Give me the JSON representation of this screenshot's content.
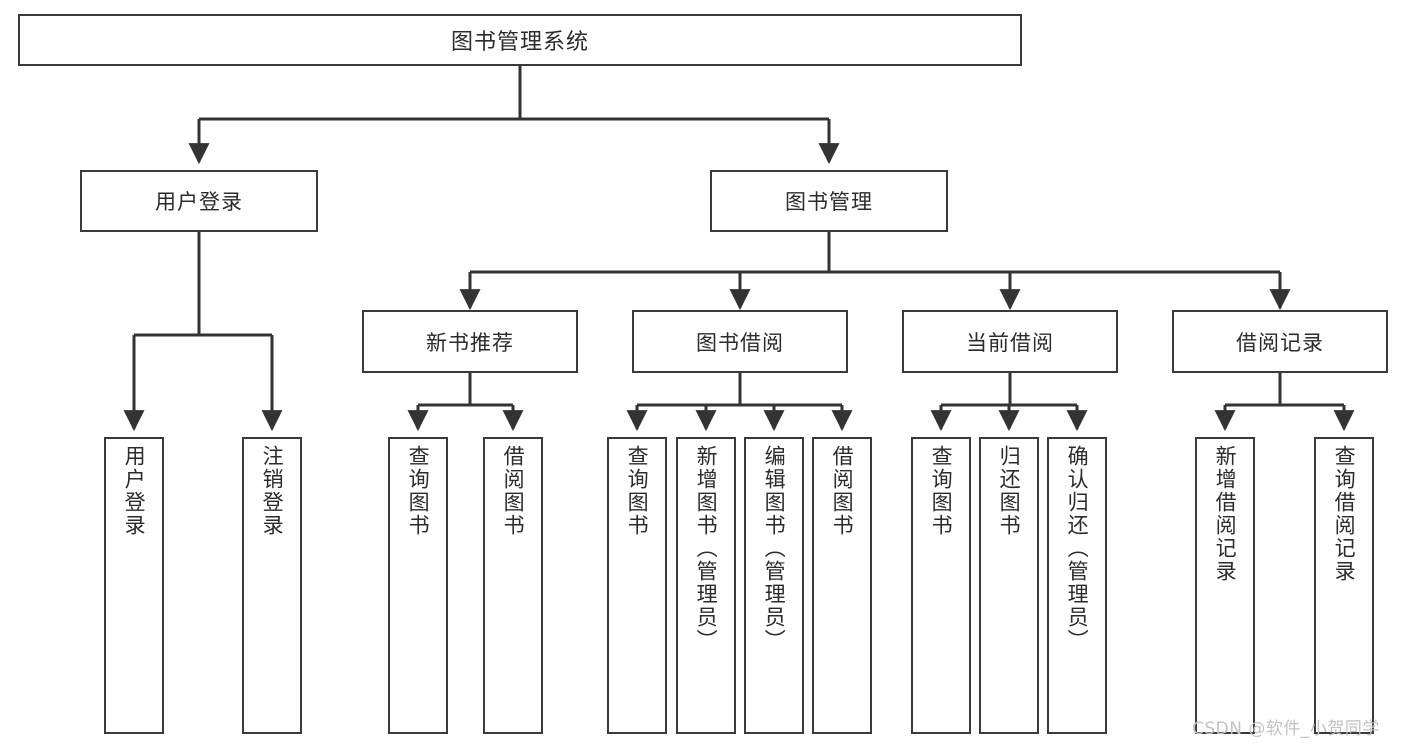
{
  "diagram": {
    "title": "图书管理系统",
    "type": "tree",
    "orientation": "top-down",
    "colors": {
      "box_border": "#3a3a3a",
      "box_fill": "#ffffff",
      "connector": "#333333",
      "text": "#2b2b2b",
      "watermark": "#c2c2c2",
      "background": "#ffffff"
    },
    "root": {
      "label": "图书管理系统",
      "children": [
        {
          "label": "用户登录",
          "children": [
            {
              "label": "用户登录"
            },
            {
              "label": "注销登录"
            }
          ]
        },
        {
          "label": "图书管理",
          "children": [
            {
              "label": "新书推荐",
              "children": [
                {
                  "label": "查询图书"
                },
                {
                  "label": "借阅图书"
                }
              ]
            },
            {
              "label": "图书借阅",
              "children": [
                {
                  "label": "查询图书"
                },
                {
                  "label": "新增图书（管理员）"
                },
                {
                  "label": "编辑图书（管理员）"
                },
                {
                  "label": "借阅图书"
                }
              ]
            },
            {
              "label": "当前借阅",
              "children": [
                {
                  "label": "查询图书"
                },
                {
                  "label": "归还图书"
                },
                {
                  "label": "确认归还（管理员）"
                }
              ]
            },
            {
              "label": "借阅记录",
              "children": [
                {
                  "label": "新增借阅记录"
                },
                {
                  "label": "查询借阅记录"
                }
              ]
            }
          ]
        }
      ]
    }
  },
  "watermark": {
    "text": "CSDN @软件_小贺同学"
  }
}
